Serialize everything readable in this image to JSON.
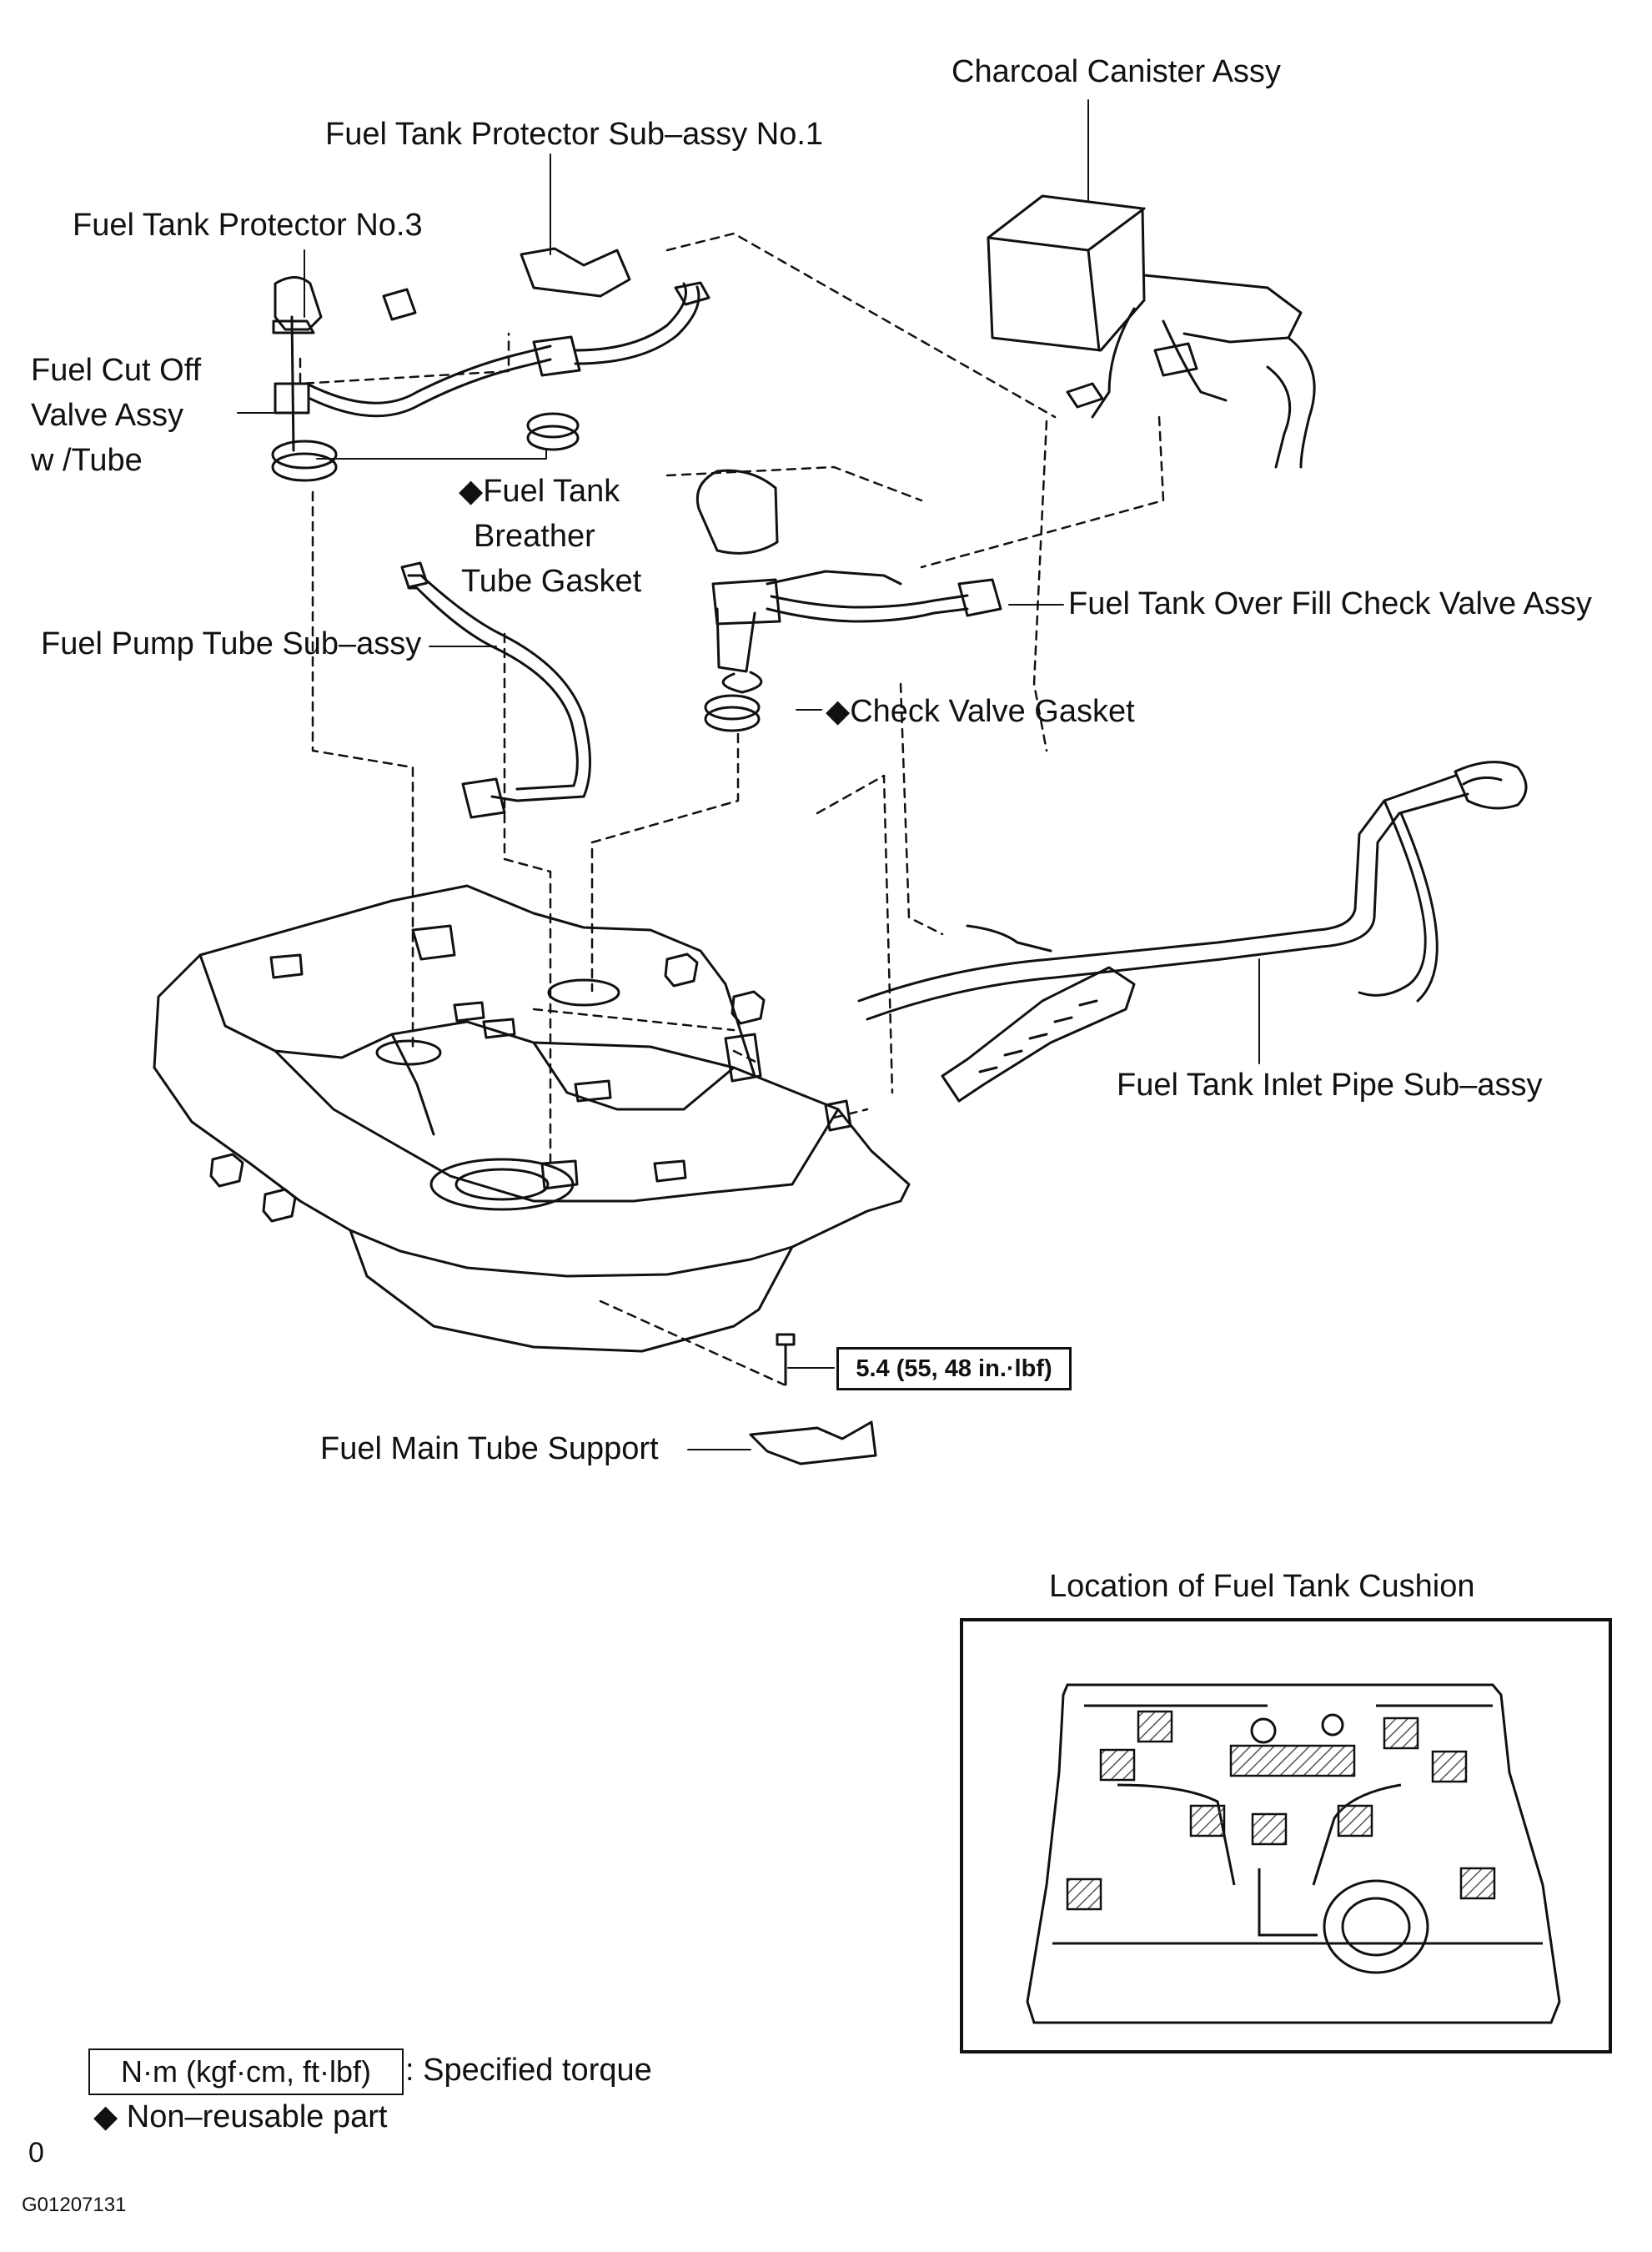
{
  "labels": {
    "charcoal_canister": "Charcoal Canister Assy",
    "protector_no1": "Fuel Tank Protector Sub–assy No.1",
    "protector_no3": "Fuel Tank Protector No.3",
    "cut_off_valve": [
      "Fuel Cut Off",
      "Valve Assy",
      "w /Tube"
    ],
    "breather_gasket": [
      "◆Fuel Tank",
      "Breather",
      "Tube Gasket"
    ],
    "pump_tube": "Fuel Pump Tube Sub–assy",
    "over_fill_valve": "Fuel Tank Over Fill Check Valve Assy",
    "check_valve_gasket": "◆Check Valve Gasket",
    "inlet_pipe": "Fuel Tank Inlet Pipe Sub–assy",
    "main_tube_support": "Fuel Main Tube Support"
  },
  "torque": "5.4 (55, 48 in.·lbf)",
  "inset": {
    "title": "Location of Fuel Tank Cushion"
  },
  "legend": {
    "torque_unit": "N·m (kgf·cm, ft·lbf)",
    "torque_text": ": Specified torque",
    "nonreusable": "◆ Non–reusable part"
  },
  "page_mark": "0",
  "figure_id": "G01207131",
  "colors": {
    "line": "#111111",
    "background": "#ffffff",
    "hatch": "#555555"
  }
}
